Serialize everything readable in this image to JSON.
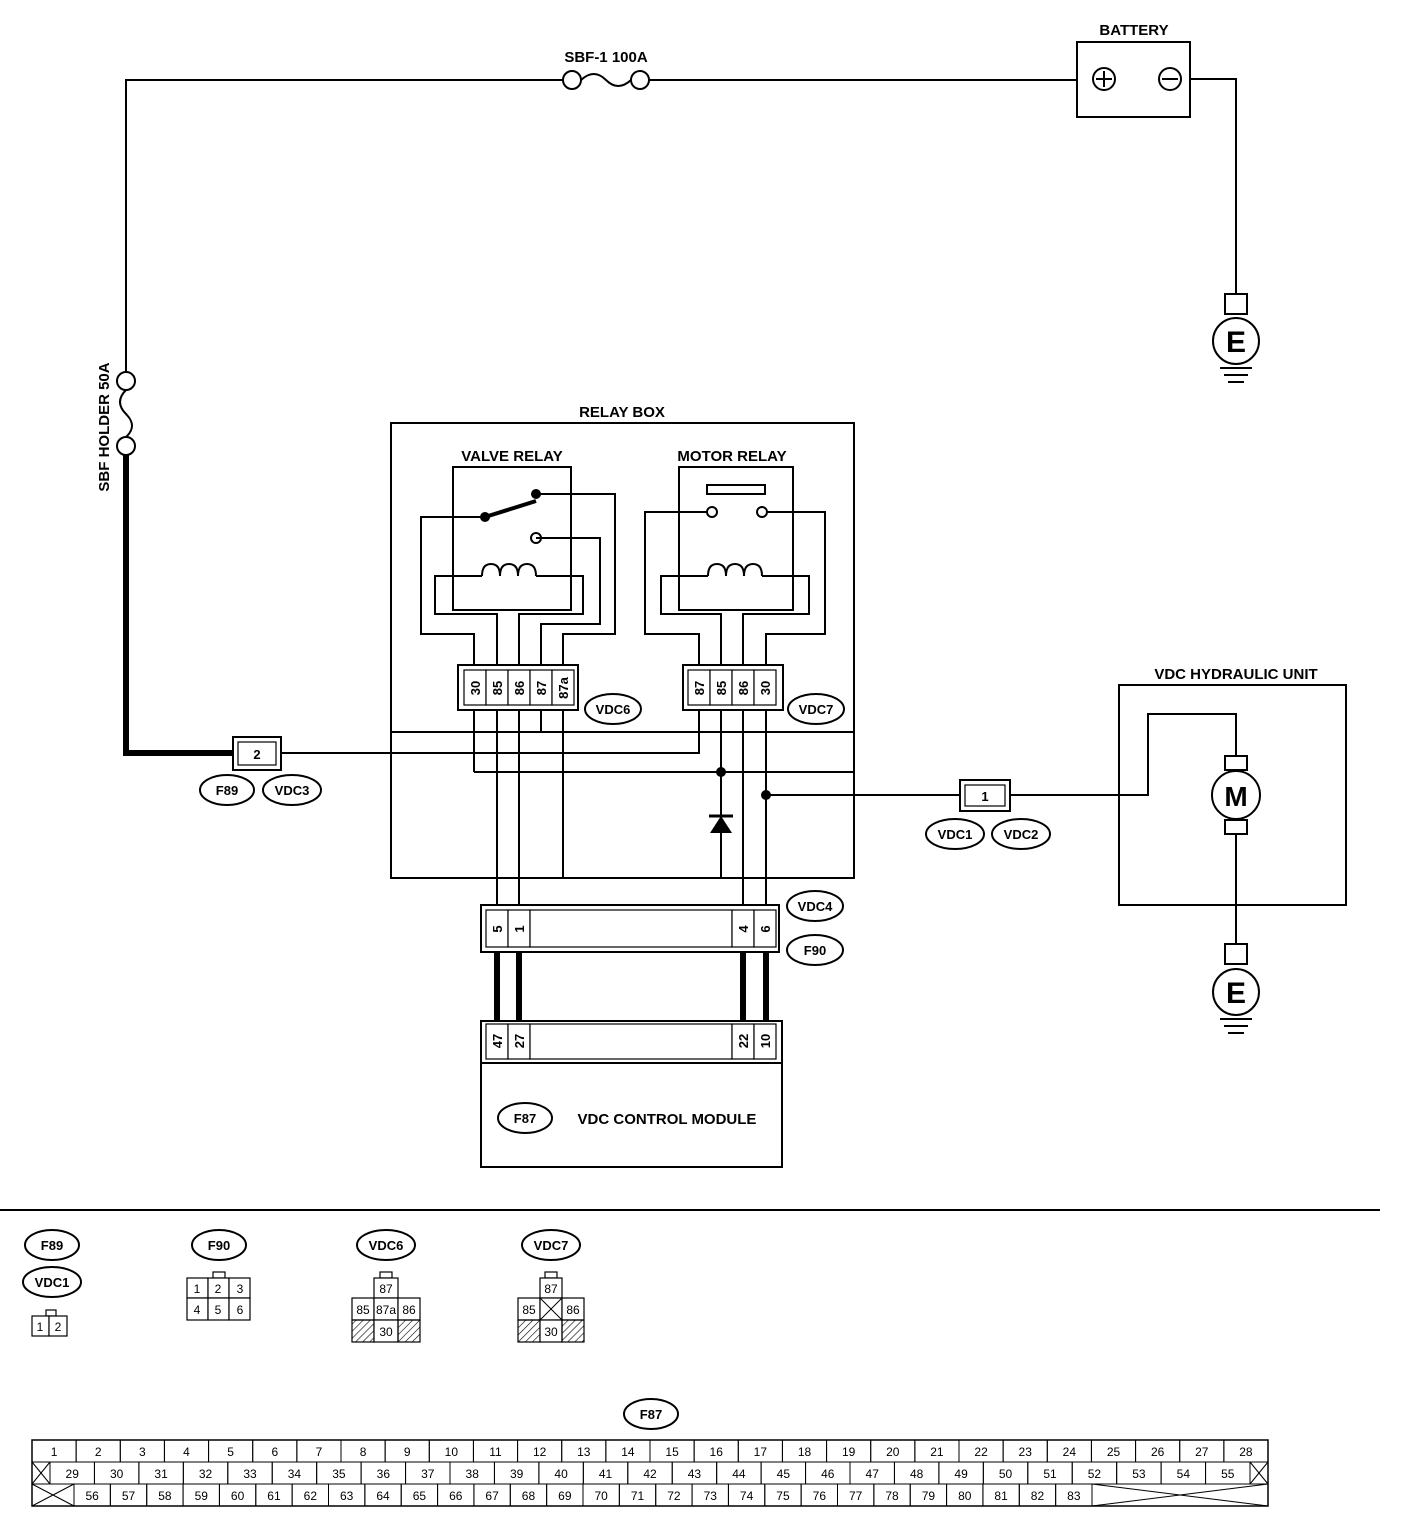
{
  "labels": {
    "fuse_main": "SBF-1 100A",
    "battery": "BATTERY",
    "fuse_holder": "SBF HOLDER 50A",
    "relay_box": "RELAY BOX",
    "valve_relay": "VALVE RELAY",
    "motor_relay": "MOTOR RELAY",
    "hydraulic_unit": "VDC HYDRAULIC UNIT",
    "control_module": "VDC CONTROL MODULE",
    "ground_symbol": "E",
    "motor_symbol": "M",
    "battery_plus": "⊕",
    "battery_minus": "⊖"
  },
  "connectors": {
    "f89": "F89",
    "vdc3": "VDC3",
    "vdc6": "VDC6",
    "vdc7": "VDC7",
    "vdc1": "VDC1",
    "vdc2": "VDC2",
    "vdc4": "VDC4",
    "f90": "F90",
    "f87": "F87"
  },
  "pins": {
    "f89_pin": "2",
    "vdc1_pin": "1",
    "vdc6": [
      "30",
      "85",
      "86",
      "87",
      "87a"
    ],
    "vdc7": [
      "87",
      "85",
      "86",
      "30"
    ],
    "f90_left": [
      "5",
      "1"
    ],
    "f90_right": [
      "4",
      "6"
    ],
    "f87_left": [
      "47",
      "27"
    ],
    "f87_right": [
      "22",
      "10"
    ]
  },
  "legend": {
    "f89": {
      "codes": [
        "F89",
        "VDC1"
      ],
      "pins": [
        "1",
        "2"
      ]
    },
    "f90": {
      "code": "F90",
      "rows": [
        [
          "1",
          "2",
          "3"
        ],
        [
          "4",
          "5",
          "6"
        ]
      ]
    },
    "vdc6": {
      "code": "VDC6",
      "top": "87",
      "mid": [
        "85",
        "87a",
        "86"
      ],
      "bottom": "30"
    },
    "vdc7": {
      "code": "VDC7",
      "top": "87",
      "mid": [
        "85",
        "",
        "86"
      ],
      "bottom": "30"
    }
  },
  "f87_grid": {
    "code": "F87",
    "row1": [
      "1",
      "2",
      "3",
      "4",
      "5",
      "6",
      "7",
      "8",
      "9",
      "10",
      "11",
      "12",
      "13",
      "14",
      "15",
      "16",
      "17",
      "18",
      "19",
      "20",
      "21",
      "22",
      "23",
      "24",
      "25",
      "26",
      "27",
      "28"
    ],
    "row2": [
      "29",
      "30",
      "31",
      "32",
      "33",
      "34",
      "35",
      "36",
      "37",
      "38",
      "39",
      "40",
      "41",
      "42",
      "43",
      "44",
      "45",
      "46",
      "47",
      "48",
      "49",
      "50",
      "51",
      "52",
      "53",
      "54",
      "55"
    ],
    "row3": [
      "56",
      "57",
      "58",
      "59",
      "60",
      "61",
      "62",
      "63",
      "64",
      "65",
      "66",
      "67",
      "68",
      "69",
      "70",
      "71",
      "72",
      "73",
      "74",
      "75",
      "76",
      "77",
      "78",
      "79",
      "80",
      "81",
      "82",
      "83"
    ]
  }
}
